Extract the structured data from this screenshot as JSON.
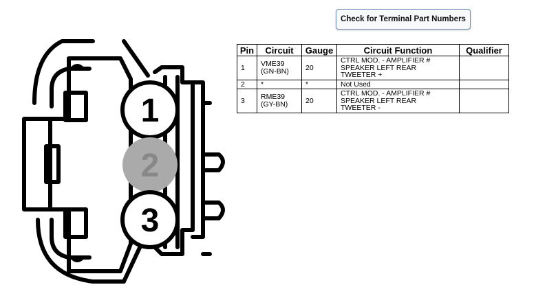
{
  "toolbar": {
    "check_button_label": "Check for Terminal Part Numbers"
  },
  "connector": {
    "pins": [
      {
        "label": "1",
        "used": true
      },
      {
        "label": "2",
        "used": false
      },
      {
        "label": "3",
        "used": true
      }
    ],
    "colors": {
      "outline": "#000000",
      "unused_pin_fill": "#aaaaaa",
      "used_pin_fill": "#ffffff",
      "unused_pin_text": "#888888"
    }
  },
  "pin_table": {
    "headers": [
      "Pin",
      "Circuit",
      "Gauge",
      "Circuit Function",
      "Qualifier"
    ],
    "rows": [
      {
        "pin": "1",
        "circuit": "VME39\n(GN-BN)",
        "gauge": "20",
        "function": "CTRL MOD. - AMPLIFIER #\nSPEAKER LEFT REAR\nTWEETER +",
        "qualifier": ""
      },
      {
        "pin": "2",
        "circuit": "*",
        "gauge": "*",
        "function": "Not Used",
        "qualifier": ""
      },
      {
        "pin": "3",
        "circuit": "RME39\n(GY-BN)",
        "gauge": "20",
        "function": "CTRL MOD. - AMPLIFIER #\nSPEAKER LEFT REAR\nTWEETER -",
        "qualifier": ""
      }
    ]
  }
}
